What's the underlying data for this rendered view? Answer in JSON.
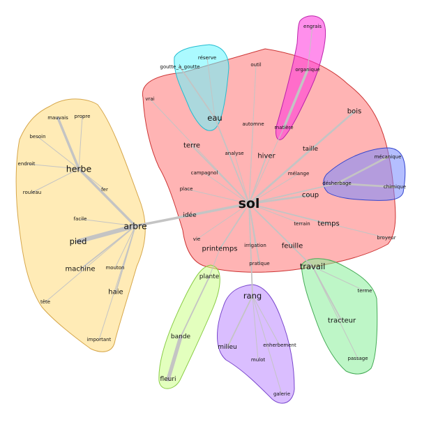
{
  "clusters": [
    {
      "id": "sol",
      "color": "#ff7777",
      "stroke": "#cc3333"
    },
    {
      "id": "herbe-arbre",
      "color": "#ffdb7a",
      "stroke": "#d6a64a"
    },
    {
      "id": "eau",
      "color": "#66f5ff",
      "stroke": "#22bcd0"
    },
    {
      "id": "engrais",
      "color": "#ff33dd",
      "stroke": "#bb22aa"
    },
    {
      "id": "desherbage",
      "color": "#7788ff",
      "stroke": "#3344cc"
    },
    {
      "id": "plante",
      "color": "#ccff88",
      "stroke": "#88cc44"
    },
    {
      "id": "rang",
      "color": "#bb88ff",
      "stroke": "#7744cc"
    },
    {
      "id": "travail",
      "color": "#88ee99",
      "stroke": "#44aa55"
    }
  ],
  "nodes": [
    {
      "id": "sol",
      "label": "sol",
      "weight": 5
    },
    {
      "id": "outil",
      "label": "outil",
      "weight": 1
    },
    {
      "id": "vrai",
      "label": "vrai",
      "weight": 1
    },
    {
      "id": "automne",
      "label": "automne",
      "weight": 1
    },
    {
      "id": "terre",
      "label": "terre",
      "weight": 2
    },
    {
      "id": "analyse",
      "label": "analyse",
      "weight": 1
    },
    {
      "id": "hiver",
      "label": "hiver",
      "weight": 2
    },
    {
      "id": "bois",
      "label": "bois",
      "weight": 2
    },
    {
      "id": "taille",
      "label": "taille",
      "weight": 1.5
    },
    {
      "id": "campagnol",
      "label": "campagnol",
      "weight": 1
    },
    {
      "id": "melange",
      "label": "mélange",
      "weight": 1
    },
    {
      "id": "place",
      "label": "place",
      "weight": 1
    },
    {
      "id": "coup",
      "label": "coup",
      "weight": 2
    },
    {
      "id": "idee",
      "label": "idée",
      "weight": 1.5
    },
    {
      "id": "terrain",
      "label": "terrain",
      "weight": 1
    },
    {
      "id": "temps",
      "label": "temps",
      "weight": 2
    },
    {
      "id": "vie",
      "label": "vie",
      "weight": 1
    },
    {
      "id": "printemps",
      "label": "printemps",
      "weight": 2
    },
    {
      "id": "irrigation",
      "label": "irrigation",
      "weight": 1
    },
    {
      "id": "feuille",
      "label": "feuille",
      "weight": 2
    },
    {
      "id": "broyeur",
      "label": "broyeur",
      "weight": 1
    },
    {
      "id": "pratique",
      "label": "pratique",
      "weight": 1
    },
    {
      "id": "herbe",
      "label": "herbe",
      "weight": 3
    },
    {
      "id": "mauvais",
      "label": "mauvais",
      "weight": 1
    },
    {
      "id": "propre",
      "label": "propre",
      "weight": 1
    },
    {
      "id": "besoin",
      "label": "besoin",
      "weight": 1
    },
    {
      "id": "endroit",
      "label": "endroit",
      "weight": 1
    },
    {
      "id": "fer",
      "label": "fer",
      "weight": 1
    },
    {
      "id": "rouleau",
      "label": "rouleau",
      "weight": 1
    },
    {
      "id": "facile",
      "label": "facile",
      "weight": 1
    },
    {
      "id": "arbre",
      "label": "arbre",
      "weight": 3
    },
    {
      "id": "pied",
      "label": "pied",
      "weight": 2.5
    },
    {
      "id": "machine",
      "label": "machine",
      "weight": 2
    },
    {
      "id": "mouton",
      "label": "mouton",
      "weight": 1
    },
    {
      "id": "haie",
      "label": "haie",
      "weight": 2
    },
    {
      "id": "tete",
      "label": "tête",
      "weight": 1
    },
    {
      "id": "important",
      "label": "important",
      "weight": 1
    },
    {
      "id": "eau",
      "label": "eau",
      "weight": 2.5
    },
    {
      "id": "reserve",
      "label": "réserve",
      "weight": 1
    },
    {
      "id": "goutte",
      "label": "goutte_à_goutte",
      "weight": 1
    },
    {
      "id": "engrais",
      "label": "engrais",
      "weight": 1
    },
    {
      "id": "organique",
      "label": "organique",
      "weight": 1
    },
    {
      "id": "matiere",
      "label": "matière",
      "weight": 1
    },
    {
      "id": "mecanique",
      "label": "mécanique",
      "weight": 1
    },
    {
      "id": "desherbage",
      "label": "désherbage",
      "weight": 1
    },
    {
      "id": "chimique",
      "label": "chimique",
      "weight": 1
    },
    {
      "id": "plante",
      "label": "plante",
      "weight": 1.5
    },
    {
      "id": "bande",
      "label": "bande",
      "weight": 1.5
    },
    {
      "id": "fleuri",
      "label": "fleuri",
      "weight": 1.5
    },
    {
      "id": "rang",
      "label": "rang",
      "weight": 2.5
    },
    {
      "id": "milieu",
      "label": "milieu",
      "weight": 1.5
    },
    {
      "id": "enherbement",
      "label": "enherbement",
      "weight": 1
    },
    {
      "id": "mulot",
      "label": "mulot",
      "weight": 1
    },
    {
      "id": "galerie",
      "label": "galerie",
      "weight": 1
    },
    {
      "id": "travail",
      "label": "travail",
      "weight": 2.5
    },
    {
      "id": "terme",
      "label": "terme",
      "weight": 1
    },
    {
      "id": "tracteur",
      "label": "tracteur",
      "weight": 2
    },
    {
      "id": "passage",
      "label": "passage",
      "weight": 1
    }
  ],
  "edges": [
    {
      "source": "sol",
      "target": "outil",
      "weight": 1
    },
    {
      "source": "sol",
      "target": "vrai",
      "weight": 1
    },
    {
      "source": "sol",
      "target": "automne",
      "weight": 1
    },
    {
      "source": "sol",
      "target": "terre",
      "weight": 2
    },
    {
      "source": "sol",
      "target": "analyse",
      "weight": 1
    },
    {
      "source": "sol",
      "target": "hiver",
      "weight": 2
    },
    {
      "source": "sol",
      "target": "bois",
      "weight": 3
    },
    {
      "source": "sol",
      "target": "taille",
      "weight": 2
    },
    {
      "source": "sol",
      "target": "campagnol",
      "weight": 1
    },
    {
      "source": "sol",
      "target": "melange",
      "weight": 1
    },
    {
      "source": "sol",
      "target": "place",
      "weight": 1
    },
    {
      "source": "sol",
      "target": "coup",
      "weight": 3
    },
    {
      "source": "sol",
      "target": "idee",
      "weight": 2
    },
    {
      "source": "sol",
      "target": "terrain",
      "weight": 1
    },
    {
      "source": "sol",
      "target": "temps",
      "weight": 2
    },
    {
      "source": "sol",
      "target": "vie",
      "weight": 1
    },
    {
      "source": "sol",
      "target": "printemps",
      "weight": 2
    },
    {
      "source": "sol",
      "target": "irrigation",
      "weight": 1
    },
    {
      "source": "sol",
      "target": "feuille",
      "weight": 2
    },
    {
      "source": "sol",
      "target": "broyeur",
      "weight": 1
    },
    {
      "source": "sol",
      "target": "pratique",
      "weight": 2
    },
    {
      "source": "sol",
      "target": "eau",
      "weight": 2
    },
    {
      "source": "sol",
      "target": "matiere",
      "weight": 1
    },
    {
      "source": "sol",
      "target": "desherbage",
      "weight": 2
    },
    {
      "source": "sol",
      "target": "arbre",
      "weight": 4
    },
    {
      "source": "sol",
      "target": "rang",
      "weight": 2
    },
    {
      "source": "sol",
      "target": "travail",
      "weight": 2
    },
    {
      "source": "printemps",
      "target": "plante",
      "weight": 1
    },
    {
      "source": "eau",
      "target": "reserve",
      "weight": 1
    },
    {
      "source": "eau",
      "target": "goutte",
      "weight": 2
    },
    {
      "source": "matiere",
      "target": "organique",
      "weight": 4
    },
    {
      "source": "organique",
      "target": "engrais",
      "weight": 1
    },
    {
      "source": "desherbage",
      "target": "mecanique",
      "weight": 3
    },
    {
      "source": "desherbage",
      "target": "chimique",
      "weight": 3
    },
    {
      "source": "herbe",
      "target": "mauvais",
      "weight": 4
    },
    {
      "source": "herbe",
      "target": "propre",
      "weight": 1
    },
    {
      "source": "herbe",
      "target": "besoin",
      "weight": 1
    },
    {
      "source": "herbe",
      "target": "endroit",
      "weight": 1
    },
    {
      "source": "herbe",
      "target": "rouleau",
      "weight": 1
    },
    {
      "source": "herbe",
      "target": "fer",
      "weight": 1
    },
    {
      "source": "herbe",
      "target": "arbre",
      "weight": 4
    },
    {
      "source": "arbre",
      "target": "facile",
      "weight": 1
    },
    {
      "source": "arbre",
      "target": "pied",
      "weight": 7
    },
    {
      "source": "arbre",
      "target": "machine",
      "weight": 2
    },
    {
      "source": "arbre",
      "target": "mouton",
      "weight": 1
    },
    {
      "source": "arbre",
      "target": "haie",
      "weight": 2
    },
    {
      "source": "arbre",
      "target": "tete",
      "weight": 1
    },
    {
      "source": "arbre",
      "target": "important",
      "weight": 1
    },
    {
      "source": "plante",
      "target": "bande",
      "weight": 2
    },
    {
      "source": "bande",
      "target": "fleuri",
      "weight": 6
    },
    {
      "source": "rang",
      "target": "milieu",
      "weight": 2
    },
    {
      "source": "rang",
      "target": "enherbement",
      "weight": 1
    },
    {
      "source": "rang",
      "target": "mulot",
      "weight": 1
    },
    {
      "source": "rang",
      "target": "galerie",
      "weight": 1
    },
    {
      "source": "travail",
      "target": "terme",
      "weight": 1
    },
    {
      "source": "travail",
      "target": "tracteur",
      "weight": 2
    },
    {
      "source": "travail",
      "target": "passage",
      "weight": 1
    }
  ]
}
